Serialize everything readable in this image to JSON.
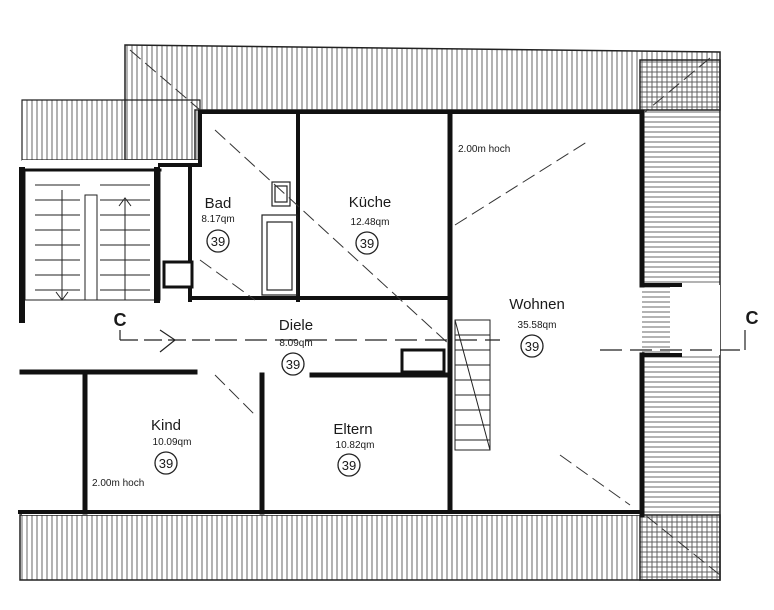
{
  "rooms": [
    {
      "name": "Bad",
      "area": "8.17qm",
      "num": "39"
    },
    {
      "name": "Küche",
      "area": "12.48qm",
      "num": "39"
    },
    {
      "name": "Wohnen",
      "area": "35.58qm",
      "num": "39"
    },
    {
      "name": "Diele",
      "area": "8.09qm",
      "num": "39"
    },
    {
      "name": "Kind",
      "area": "10.09qm",
      "num": "39"
    },
    {
      "name": "Eltern",
      "area": "10.82qm",
      "num": "39"
    }
  ],
  "notes": {
    "height_top": "2.00m hoch",
    "height_bottom": "2.00m hoch"
  },
  "section_marks": {
    "left": "C",
    "right": "C"
  }
}
